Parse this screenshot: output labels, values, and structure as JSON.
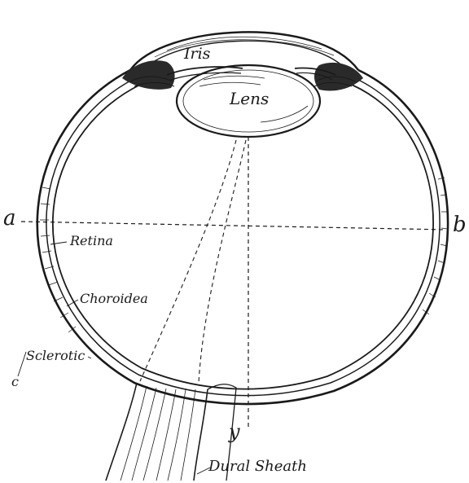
{
  "labels": {
    "iris": "Iris",
    "lens": "Lens",
    "retina": "Retina",
    "choroidea": "Choroidea",
    "sclerotic": "Sclerotic",
    "dural_sheath": "Dural Sheath",
    "point_a": "a",
    "point_b": "b",
    "point_c": "c",
    "point_y": "y"
  }
}
